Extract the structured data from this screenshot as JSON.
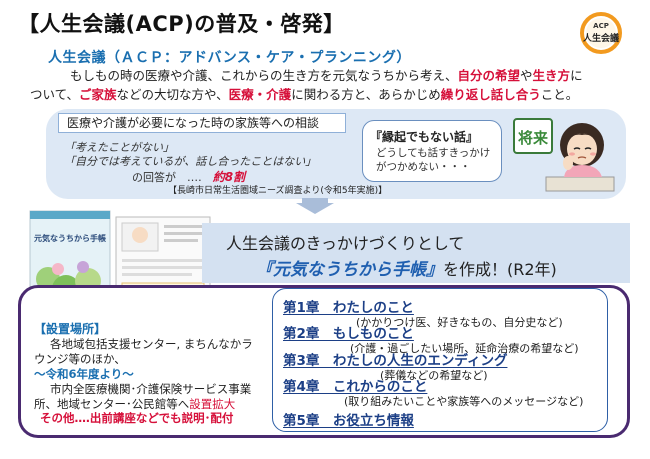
{
  "header": {
    "title": "【人生会議(ACP)の普及・啓発】",
    "logo_label": "ACP",
    "logo_text": "人生会議"
  },
  "intro": {
    "subtitle": "人生会議（ＡＣＰ：アドバンス・ケア・プランニング）",
    "l1_a": "もしもの時の医療や介護、これからの生き方を元気なうちから考え、",
    "l1_red1": "自分の希望",
    "l1_b": "や",
    "l1_red2": "生き方",
    "l1_c": "に",
    "l2_a": "ついて、",
    "l2_red1": "ご家族",
    "l2_b": "などの大切な方や、",
    "l2_red2": "医療・介護",
    "l2_c": "に関わる方と、あらかじめ",
    "l2_red3": "繰り返し話し合う",
    "l2_d": "こと。"
  },
  "survey": {
    "heading": "医療や介護が必要になった時の家族等への相談",
    "quote1": "「考えたことがない」",
    "quote2": "「自分では考えているが、話し合ったことはない」",
    "answer_prefix": "の回答が　‥‥　",
    "answer_pct": "約8割",
    "source": "【長崎市日常生活圏域ニーズ調査より(令和5年実施)】",
    "bubble_title": "『縁起でもない話』",
    "bubble_text": "どうしても話すきっかけがつかめない・・・",
    "card_text": "将来"
  },
  "banner": {
    "line1": "人生会議のきっかけづくりとして",
    "line2_hl": "『元気なうちから手帳』",
    "line2_rest": "を作成！(R2年)",
    "booklet_title": "元気なうちから手帳"
  },
  "places": {
    "title": "【設置場所】",
    "l1": "各地域包括支援センター, まちんなかラ",
    "l2": "ウンジ等のほか、",
    "l3": "～令和6年度より～",
    "l4": "市内全医療機関･介護保険サービス事業",
    "l5_a": "所、地域センター･公民館等へ",
    "l5_em": "設置拡大",
    "l6": "その他‥‥出前講座などでも説明･配付"
  },
  "chapters": [
    {
      "title": "第1章　わたしのこと",
      "sub": "(かかりつけ医、好きなもの、自分史など)"
    },
    {
      "title": "第2章　もしものこと",
      "sub": "(介護・過ごしたい場所、延命治療の希望など)"
    },
    {
      "title": "第3章　わたしの人生のエンディング",
      "sub": "(葬儀などの希望など)"
    },
    {
      "title": "第4章　これからのこと",
      "sub": "(取り組みたいことや家族等へのメッセージなど)"
    },
    {
      "title": "第5章　お役立ち情報",
      "sub": ""
    }
  ],
  "colors": {
    "accent_blue": "#1a6fb0",
    "accent_red": "#d6103a",
    "panel_border": "#4a2a70",
    "logo_orange": "#f29a1f"
  }
}
